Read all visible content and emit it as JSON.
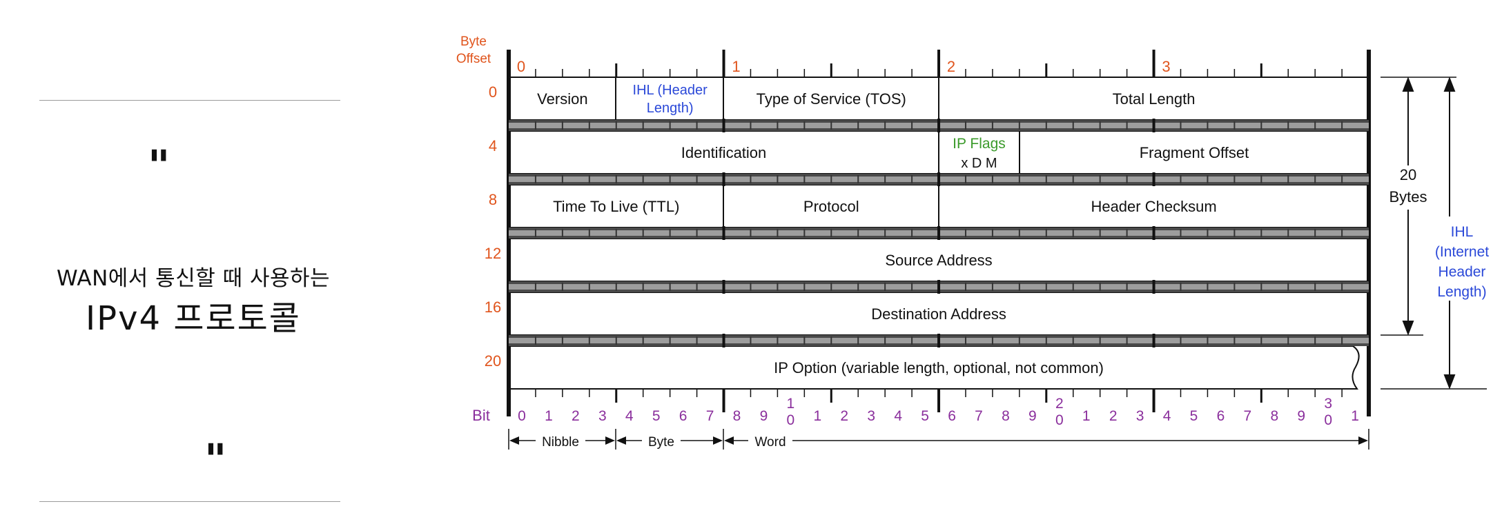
{
  "left_panel": {
    "open_quote": "\"",
    "close_quote": "\"",
    "subtitle": "WAN에서 통신할 때 사용하는",
    "title": "IPv4 프로토콜"
  },
  "diagram": {
    "byte_offset_label": [
      "Byte",
      "Offset"
    ],
    "byte_numbers": [
      "0",
      "1",
      "2",
      "3"
    ],
    "row_offsets": [
      "0",
      "4",
      "8",
      "12",
      "16",
      "20"
    ],
    "bit_label": "Bit",
    "bit_numbers": [
      "0",
      "1",
      "2",
      "3",
      "4",
      "5",
      "6",
      "7",
      "8",
      "9",
      "1\n0",
      "1",
      "2",
      "3",
      "4",
      "5",
      "6",
      "7",
      "8",
      "9",
      "2\n0",
      "1",
      "2",
      "3",
      "4",
      "5",
      "6",
      "7",
      "8",
      "9",
      "3\n0",
      "1"
    ],
    "fields": {
      "version": "Version",
      "ihl": [
        "IHL (Header",
        "Length)"
      ],
      "tos": "Type of Service (TOS)",
      "total_length": "Total Length",
      "identification": "Identification",
      "ip_flags": "IP Flags",
      "flag_bits": "x  D  M",
      "fragment_offset": "Fragment Offset",
      "ttl": "Time To Live (TTL)",
      "protocol": "Protocol",
      "header_checksum": "Header Checksum",
      "source_address": "Source Address",
      "destination_address": "Destination Address",
      "ip_option": "IP Option (variable length, optional, not common)"
    },
    "scale_labels": {
      "nibble": "Nibble",
      "byte": "Byte",
      "word": "Word"
    },
    "size_labels": {
      "twenty_bytes": [
        "20",
        "Bytes"
      ],
      "ihl": [
        "IHL",
        "(Internet",
        "Header",
        "Length)"
      ]
    },
    "colors": {
      "offset_orange": "#e0541c",
      "ihl_blue": "#2a48d8",
      "flags_green": "#3a9a2a",
      "bit_purple": "#8a2e9c",
      "text": "#111111"
    }
  }
}
